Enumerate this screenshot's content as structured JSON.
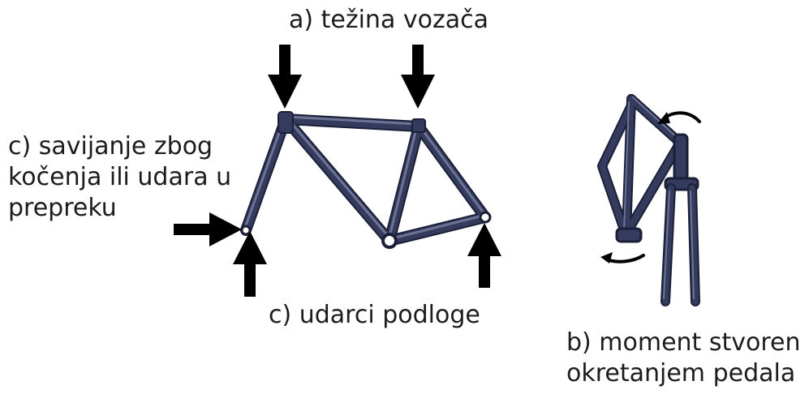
{
  "labels": {
    "rider_weight": "a) težina vozača",
    "braking_bending": [
      "c) savijanje zbog",
      "kočenja ili udara u",
      "prepreku"
    ],
    "ground_impacts": "c) udarci podloge",
    "pedal_moment": [
      "b) moment stvoren",
      "okretanjem pedala"
    ]
  },
  "colors": {
    "frame": "#343b5c",
    "frame_highlight": "#6b7396",
    "arrow": "#000000",
    "text": "#1c1c1c",
    "background": "#ffffff"
  },
  "icons": {
    "force_arrow": "solid-arrow",
    "rotation_arrow": "curved-arrow"
  }
}
